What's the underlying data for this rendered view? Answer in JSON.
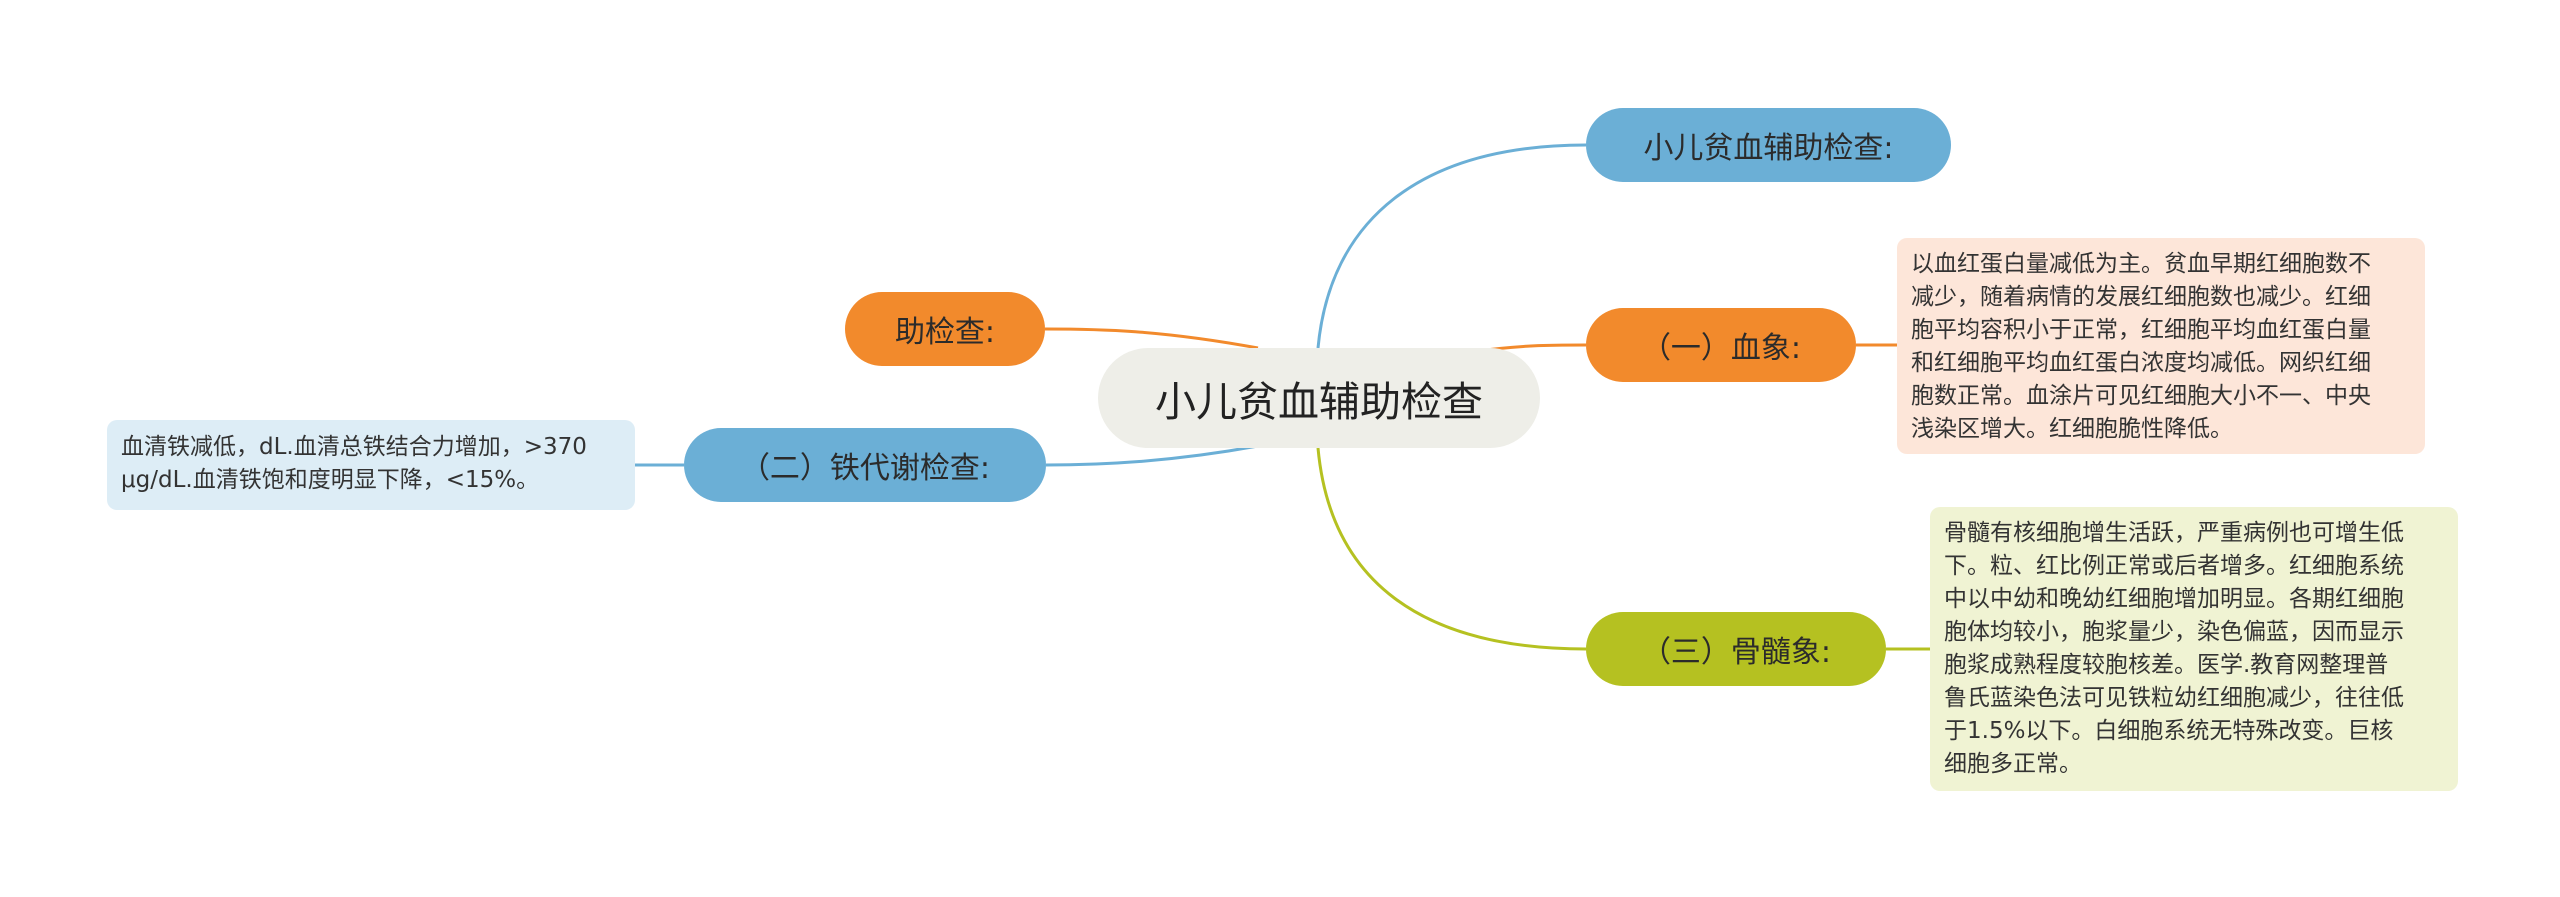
{
  "root": {
    "label": "小儿贫血辅助检查"
  },
  "branches": {
    "title": {
      "label": "小儿贫血辅助检查:",
      "color": "#6bafd6"
    },
    "blood": {
      "label": "（一）血象:",
      "color": "#f28a2c",
      "note": [
        "以血红蛋白量减低为主。贫血早期红细胞数不",
        "减少，随着病情的发展红细胞数也减少。红细",
        "胞平均容积小于正常，红细胞平均血红蛋白量",
        "和红细胞平均血红蛋白浓度均减低。网织红细",
        "胞数正常。血涂片可见红细胞大小不一、中央",
        "浅染区增大。红细胞脆性降低。"
      ]
    },
    "marrow": {
      "label": "（三）骨髓象:",
      "color": "#b5c121",
      "note": [
        "骨髓有核细胞增生活跃，严重病例也可增生低",
        "下。粒、红比例正常或后者增多。红细胞系统",
        "中以中幼和晚幼红细胞增加明显。各期红细胞",
        "胞体均较小，胞浆量少，染色偏蓝，因而显示",
        "胞浆成熟程度较胞核差。医学.教育网整理普",
        "鲁氏蓝染色法可见铁粒幼红细胞减少，往往低",
        "于1.5%以下。白细胞系统无特殊改变。巨核",
        "细胞多正常。"
      ]
    },
    "help": {
      "label": "助检查:",
      "color": "#f28a2c"
    },
    "iron": {
      "label": "（二）铁代谢检查:",
      "color": "#6bafd6",
      "note": [
        "血清铁减低，dL.血清总铁结合力增加，>370",
        "μg/dL.血清铁饱和度明显下降，<15%。"
      ]
    }
  }
}
